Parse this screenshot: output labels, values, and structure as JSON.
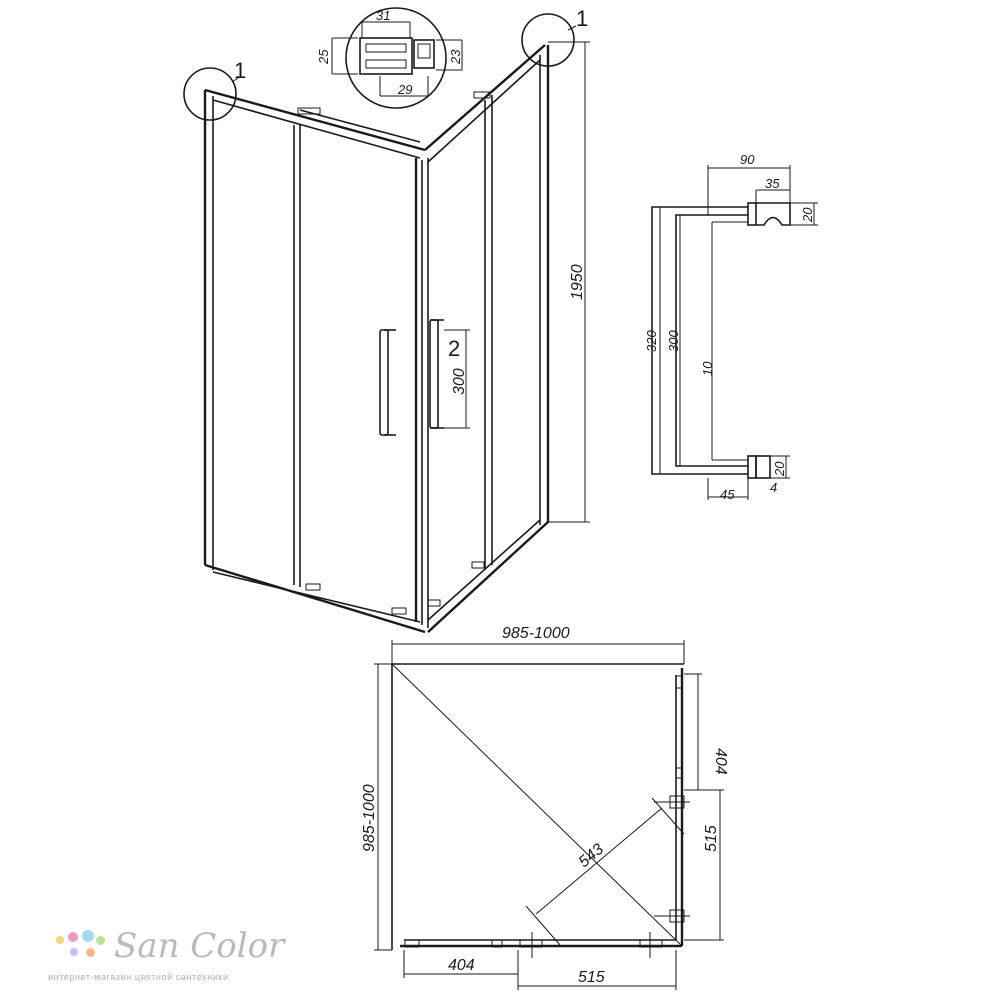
{
  "callouts": {
    "corner_left": "1",
    "corner_right": "1",
    "handle": "2"
  },
  "profile": {
    "top_width": "31",
    "bottom_width": "29",
    "left_height": "25",
    "right_height": "23"
  },
  "front_view": {
    "height": "1950",
    "handle_length": "300"
  },
  "handle_detail": {
    "depth": "90",
    "mount_width": "35",
    "mount_height_top": "20",
    "overall_length": "320",
    "inner_length": "300",
    "bar_thickness": "10",
    "mount_height_bottom": "20",
    "base_thickness": "4",
    "offset": "45"
  },
  "plan_view": {
    "width": "985-1000",
    "depth": "985-1000",
    "side_fixed": "404",
    "side_door": "515",
    "front_fixed": "404",
    "front_door": "515",
    "entry_diagonal": "543"
  },
  "brand": {
    "name": "San Color",
    "tagline": "интернет-магазин цветной сантехники",
    "dot_colors": [
      "#f4c542",
      "#e86aa6",
      "#7fc6ef",
      "#9ed36a",
      "#c49be8",
      "#f29a4b"
    ]
  }
}
